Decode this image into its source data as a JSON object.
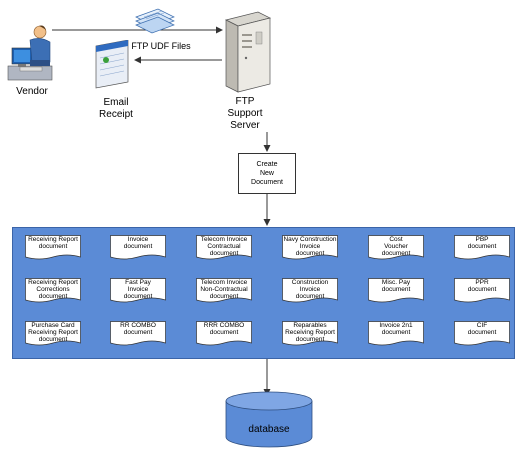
{
  "labels": {
    "vendor": "Vendor",
    "email_receipt": "Email\nReceipt",
    "ftp_udf_files": "FTP UDF Files",
    "ftp_support_server": "FTP\nSupport\nServer",
    "create_new_document": "Create\nNew\nDocument",
    "database": "database"
  },
  "documents": [
    "Receiving Report\ndocument",
    "Invoice\ndocument",
    "Telecom Invoice\nContractual\ndocument",
    "Navy Construction\nInvoice\ndocument",
    "Cost\nVoucher\ndocument",
    "PBP\ndocument",
    "Receiving Report\nCorrections\ndocument",
    "Fast Pay\nInvoice\ndocument",
    "Telecom Invoice\nNon-Contractual\ndocument",
    "Construction\nInvoice\ndocument",
    "Misc. Pay\ndocument",
    "PPR\ndocument",
    "Purchase Card\nReceiving Report\ndocument",
    "RR COMBO\ndocument",
    "RRR COMBO\ndocument",
    "Reparables\nReceiving Report\ndocument",
    "Invoice 2n1\ndocument",
    "CIF\ndocument"
  ],
  "colors": {
    "panel": "#5b8bd6",
    "db_fill": "#5b8bd6",
    "arrow": "#333333"
  },
  "icons": [
    "vendor-computer-user-icon",
    "email-receipt-window-icon",
    "ftp-files-stack-icon",
    "ftp-server-tower-icon"
  ]
}
